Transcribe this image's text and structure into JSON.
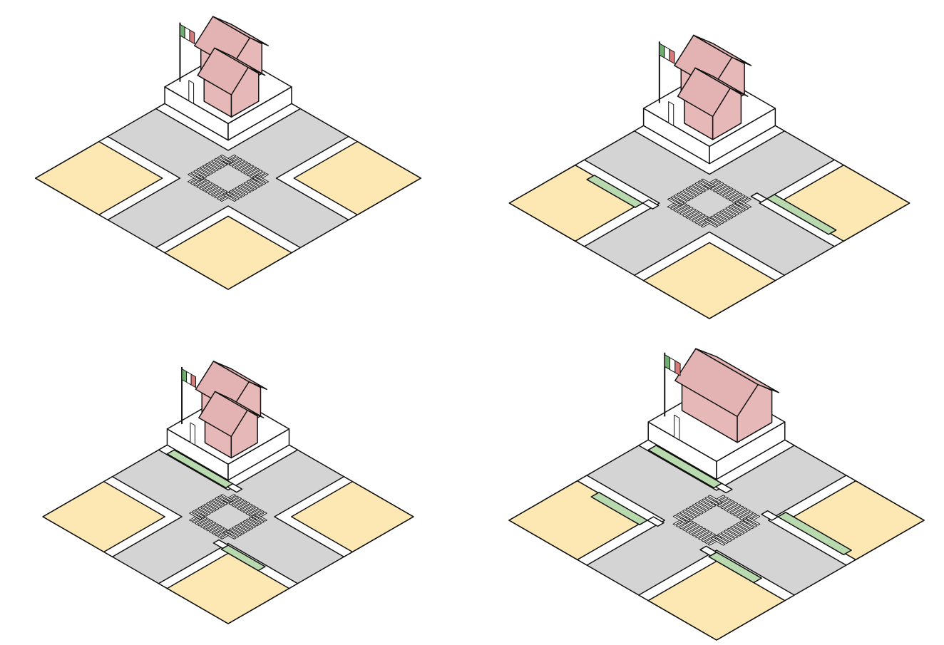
{
  "palette": {
    "road": "#d4d4d4",
    "sidewalk": "#ffffff",
    "block": "#fde8b4",
    "roof": "#e3b3b3",
    "wall": "#e6b8b8",
    "bike_lane": "#b9d9ae",
    "flag_green": "#6fae6f",
    "flag_white": "#ffffff",
    "flag_red": "#d97a7a",
    "outline": "#111111"
  },
  "panels": [
    {
      "id": "top-left",
      "buildings": "two-houses",
      "bike_lanes": "none"
    },
    {
      "id": "top-right",
      "buildings": "two-houses",
      "bike_lanes": "diagonal-segments"
    },
    {
      "id": "bottom-left",
      "buildings": "two-houses",
      "bike_lanes": "long-diagonal"
    },
    {
      "id": "bottom-right",
      "buildings": "single-long-building",
      "bike_lanes": "all-four-approaches"
    }
  ]
}
